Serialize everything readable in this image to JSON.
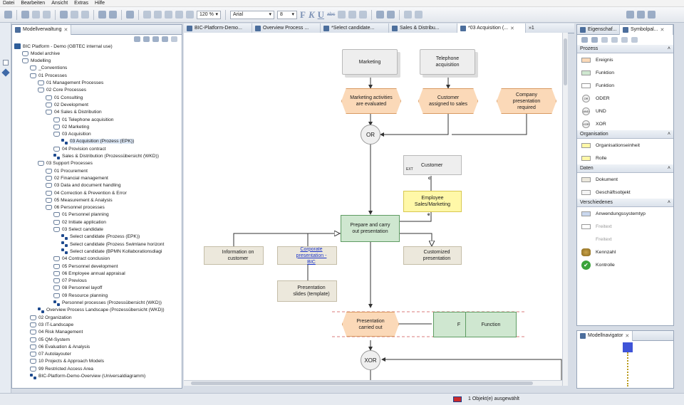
{
  "menu": [
    "Datei",
    "Bearbeiten",
    "Ansicht",
    "Extras",
    "Hilfe"
  ],
  "toolbar": {
    "zoom": "120 %",
    "font": "Arial",
    "font_size": "8",
    "letters": [
      "F",
      "K",
      "U"
    ],
    "abc": "abc"
  },
  "left_panel": {
    "title": "Modellverwaltung",
    "tree": [
      {
        "label": "BIC Platform - Demo (GBTEC internal use)",
        "depth": 0,
        "icon": "root"
      },
      {
        "label": "Model archive",
        "depth": 1,
        "icon": "folder"
      },
      {
        "label": "Modelling",
        "depth": 1,
        "icon": "folder"
      },
      {
        "label": "_Conventions",
        "depth": 2,
        "icon": "folder"
      },
      {
        "label": "01 Processes",
        "depth": 2,
        "icon": "folder"
      },
      {
        "label": "01 Management Processes",
        "depth": 3,
        "icon": "folder"
      },
      {
        "label": "02 Core Processes",
        "depth": 3,
        "icon": "folder"
      },
      {
        "label": "01 Consulting",
        "depth": 4,
        "icon": "folder"
      },
      {
        "label": "02 Development",
        "depth": 4,
        "icon": "folder"
      },
      {
        "label": "04 Sales & Distribution",
        "depth": 4,
        "icon": "folder"
      },
      {
        "label": "01 Telephone acquisition",
        "depth": 5,
        "icon": "folder"
      },
      {
        "label": "02 Marketing",
        "depth": 5,
        "icon": "folder"
      },
      {
        "label": "03 Acquisition",
        "depth": 5,
        "icon": "folder"
      },
      {
        "label": "03 Acquisition (Prozess (EPK))",
        "depth": 6,
        "icon": "process",
        "selected": true
      },
      {
        "label": "04 Provision contract",
        "depth": 5,
        "icon": "folder"
      },
      {
        "label": "Sales & Distribution (Prozessübersicht (WKD))",
        "depth": 5,
        "icon": "process"
      },
      {
        "label": "03 Support Processes",
        "depth": 3,
        "icon": "folder"
      },
      {
        "label": "01 Procurement",
        "depth": 4,
        "icon": "folder"
      },
      {
        "label": "02 Financial management",
        "depth": 4,
        "icon": "folder"
      },
      {
        "label": "03 Data and document handling",
        "depth": 4,
        "icon": "folder"
      },
      {
        "label": "04 Correction & Prevention & Error",
        "depth": 4,
        "icon": "folder"
      },
      {
        "label": "05 Measurement & Analysis",
        "depth": 4,
        "icon": "folder"
      },
      {
        "label": "06 Personnel processes",
        "depth": 4,
        "icon": "folder"
      },
      {
        "label": "01 Personnel planning",
        "depth": 5,
        "icon": "folder"
      },
      {
        "label": "02 Initiate application",
        "depth": 5,
        "icon": "folder"
      },
      {
        "label": "03 Select candidate",
        "depth": 5,
        "icon": "folder"
      },
      {
        "label": "Select candidate (Prozess (EPK))",
        "depth": 6,
        "icon": "process"
      },
      {
        "label": "Select candidate (Prozess Swimlane horizont",
        "depth": 6,
        "icon": "process"
      },
      {
        "label": "Select candidate (BPMN Kollaborationsdiagi",
        "depth": 6,
        "icon": "process"
      },
      {
        "label": "04 Contract conclusion",
        "depth": 5,
        "icon": "folder"
      },
      {
        "label": "05 Personnel development",
        "depth": 5,
        "icon": "folder"
      },
      {
        "label": "06 Employee annual appraisal",
        "depth": 5,
        "icon": "folder"
      },
      {
        "label": "07 Previous",
        "depth": 5,
        "icon": "folder"
      },
      {
        "label": "08 Personnel layoff",
        "depth": 5,
        "icon": "folder"
      },
      {
        "label": "09 Resource planning",
        "depth": 5,
        "icon": "folder"
      },
      {
        "label": "Personnel processes (Prozessübersicht (WKD))",
        "depth": 5,
        "icon": "process"
      },
      {
        "label": "Overview Process Landscape (Prozessübersicht (WKD))",
        "depth": 3,
        "icon": "process"
      },
      {
        "label": "02 Organization",
        "depth": 2,
        "icon": "folder"
      },
      {
        "label": "03 IT-Landscape",
        "depth": 2,
        "icon": "folder"
      },
      {
        "label": "04 Risk Management",
        "depth": 2,
        "icon": "folder"
      },
      {
        "label": "05 QM-System",
        "depth": 2,
        "icon": "folder"
      },
      {
        "label": "06 Evaluation & Analysis",
        "depth": 2,
        "icon": "folder"
      },
      {
        "label": "07 Autolayouter",
        "depth": 2,
        "icon": "folder"
      },
      {
        "label": "10 Projects & Approach Models",
        "depth": 2,
        "icon": "folder"
      },
      {
        "label": "99 Restricted Access Area",
        "depth": 2,
        "icon": "folder"
      },
      {
        "label": "BIC-Platform-Demo-Overview (Universaldiagramm)",
        "depth": 2,
        "icon": "process"
      }
    ]
  },
  "editor_tabs": [
    {
      "label": "BIC-Platform-Demo...",
      "active": false
    },
    {
      "label": "Overview Process ...",
      "active": false
    },
    {
      "label": "*Select candidate...",
      "active": false
    },
    {
      "label": "Sales & Distribu...",
      "active": false
    },
    {
      "label": "*03 Acquisition (...",
      "active": true
    }
  ],
  "editor_tab_overflow": "»1",
  "diagram": {
    "marketing": "Marketing",
    "telephone": "Telephone acquisition",
    "ev_marketing": "Marketing activities are evaluated",
    "ev_customer": "Customer assigned to sales",
    "ev_company": "Company presentation required",
    "or": "OR",
    "customer": "Customer",
    "customer_tag": "EXT",
    "c_mark": "c",
    "employee": "Employee Sales/Marketing",
    "e_mark": "e",
    "prepare": "Prepare and carry out presentation",
    "info": "Information on customer",
    "corporate": "Corporate presentation - BIC",
    "customized": "Customized presentation",
    "slides": "Presentation slides (template)",
    "ev_carried": "Presentation carried out",
    "func_a": "F",
    "func_b": "Function",
    "xor": "XOR"
  },
  "right_panel": {
    "tabs": [
      "Eigenschaf...",
      "Symbolpal..."
    ],
    "sections": [
      {
        "title": "Prozess",
        "items": [
          "Ereignis",
          "Funktion",
          "Funktion",
          "ODER",
          "UND",
          "XOR"
        ]
      },
      {
        "title": "Organisation",
        "items": [
          "Organisationseinheit",
          "Rolle"
        ]
      },
      {
        "title": "Daten",
        "items": [
          "Dokument",
          "Geschäftsobjekt"
        ]
      },
      {
        "title": "Verschiedenes",
        "items": [
          "Anwendungssystemtyp",
          "Freitext",
          "Freitext",
          "Kennzahl",
          "Kontrolle"
        ]
      }
    ],
    "symbol_glyphs": {
      "oder": "OR",
      "und": "AND",
      "xor": "XOR",
      "check": "✔"
    },
    "collapse_glyph": "˄",
    "navigator": "Modellnavigator"
  },
  "status": {
    "selection": "1 Objekt(e) ausgewählt"
  },
  "colors": {
    "event": "#fbd9b8",
    "function": "#cfe7d0",
    "accent": "#3f6aa8"
  }
}
